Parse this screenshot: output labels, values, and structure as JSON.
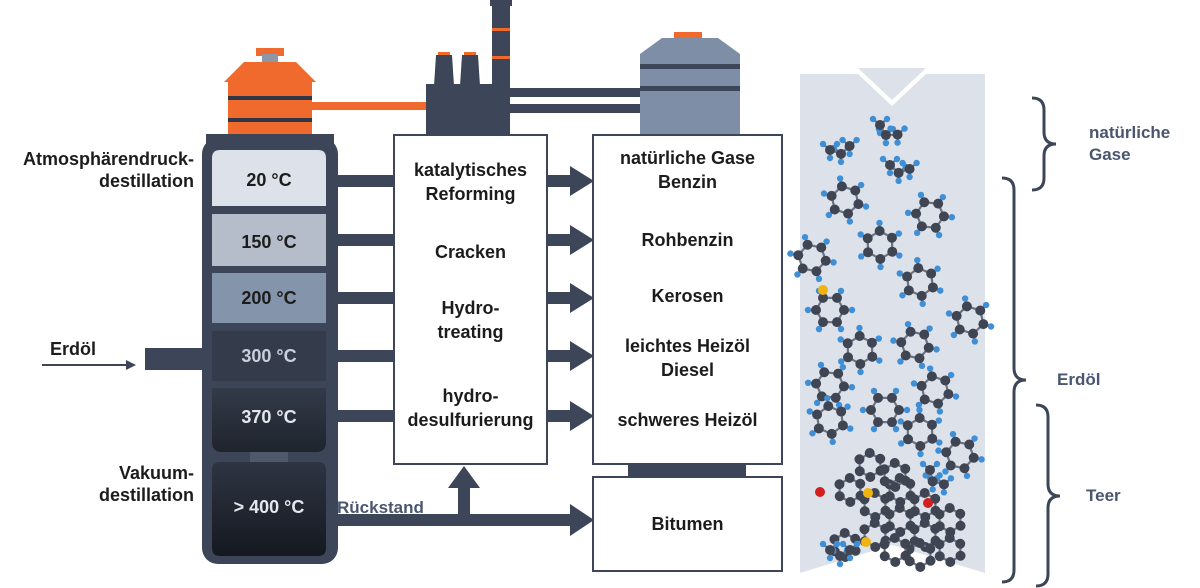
{
  "column": {
    "label_atmospheric_line1": "Atmosphärendruck-",
    "label_atmospheric_line2": "destillation",
    "label_vacuum_line1": "Vakuum-",
    "label_vacuum_line2": "destillation",
    "stages": [
      "20 °C",
      "150 °C",
      "200 °C",
      "300 °C",
      "370 °C",
      "> 400 °C"
    ]
  },
  "input": {
    "label": "Erdöl"
  },
  "residue": {
    "label": "Rückstand"
  },
  "processes": {
    "reforming_line1": "katalytisches",
    "reforming_line2": "Reforming",
    "cracking": "Cracken",
    "hydrotreating_line1": "Hydro-",
    "hydrotreating_line2": "treating",
    "hds_line1": "hydro-",
    "hds_line2": "desulfurierung"
  },
  "products": {
    "gases_line1": "natürliche Gase",
    "gases_line2": "Benzin",
    "naphtha": "Rohbenzin",
    "kerosene": "Kerosen",
    "light_oil_line1": "leichtes Heizöl",
    "light_oil_line2": "Diesel",
    "heavy_oil": "schweres Heizöl",
    "bitumen": "Bitumen"
  },
  "molecules": {
    "gas_line1": "natürliche",
    "gas_line2": "Gase",
    "crude": "Erdöl",
    "tar": "Teer"
  },
  "colors": {
    "column_dark": "#3c4658",
    "orange": "#f06a2d",
    "gray_tank": "#7e8ea6",
    "arrow": "#3c4658",
    "atom_carbon": "#3f4552",
    "atom_hydrogen": "#3f8fd6",
    "atom_sulfur": "#f0b412",
    "atom_oxygen": "#d21f1f"
  }
}
